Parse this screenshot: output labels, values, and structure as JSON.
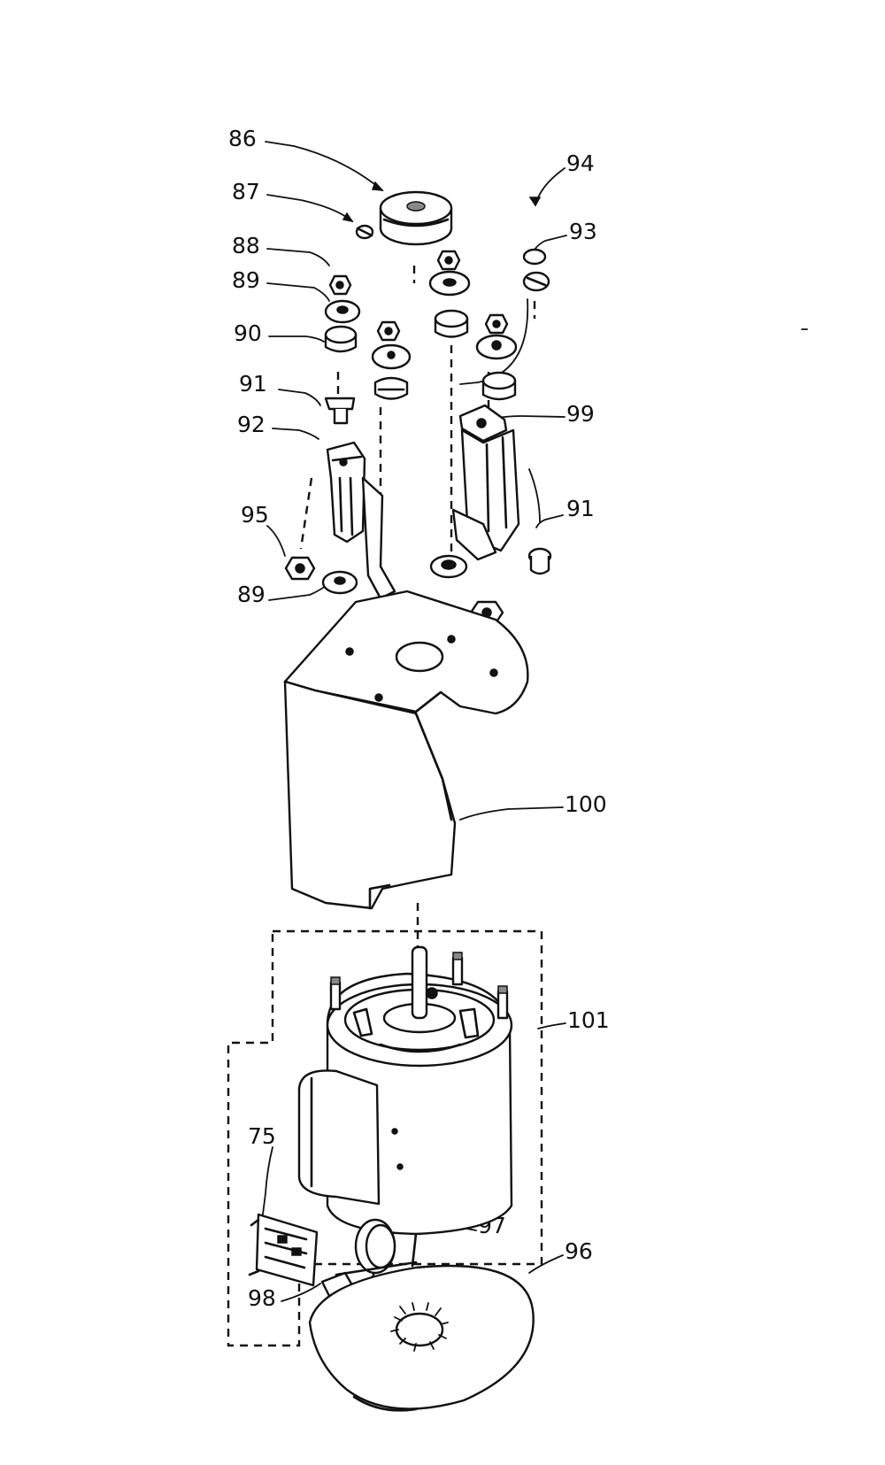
{
  "diagram": {
    "callouts": [
      {
        "id": "c86",
        "text": "86"
      },
      {
        "id": "c87",
        "text": "87"
      },
      {
        "id": "c88",
        "text": "88"
      },
      {
        "id": "c89a",
        "text": "89"
      },
      {
        "id": "c90",
        "text": "90"
      },
      {
        "id": "c91a",
        "text": "91"
      },
      {
        "id": "c92",
        "text": "92"
      },
      {
        "id": "c95",
        "text": "95"
      },
      {
        "id": "c89b",
        "text": "89"
      },
      {
        "id": "c94",
        "text": "94"
      },
      {
        "id": "c93",
        "text": "93"
      },
      {
        "id": "c99",
        "text": "99"
      },
      {
        "id": "c91b",
        "text": "91"
      },
      {
        "id": "c100",
        "text": "100"
      },
      {
        "id": "c101",
        "text": "101"
      },
      {
        "id": "c75",
        "text": "75"
      },
      {
        "id": "c97",
        "text": "97"
      },
      {
        "id": "c98",
        "text": "98"
      },
      {
        "id": "c96",
        "text": "96"
      }
    ]
  }
}
